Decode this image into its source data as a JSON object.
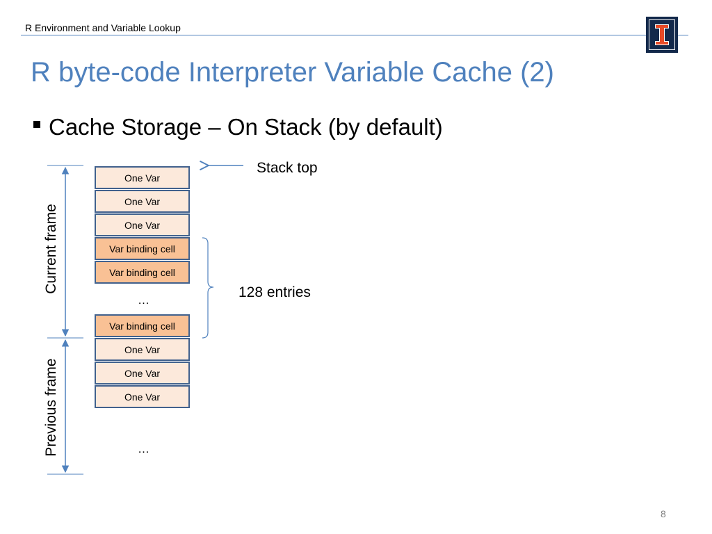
{
  "header": {
    "title": "R Environment and Variable Lookup"
  },
  "slide": {
    "title": "R byte-code Interpreter Variable Cache (2)",
    "bullet": "Cache Storage – On Stack (by default)",
    "number": "8"
  },
  "diagram": {
    "cells": [
      {
        "label": "One Var",
        "kind": "var"
      },
      {
        "label": "One Var",
        "kind": "var"
      },
      {
        "label": "One Var",
        "kind": "var"
      },
      {
        "label": "Var binding cell",
        "kind": "binding"
      },
      {
        "label": "Var binding cell",
        "kind": "binding"
      },
      {
        "label": "Var binding cell",
        "kind": "binding"
      },
      {
        "label": "One Var",
        "kind": "var"
      },
      {
        "label": "One Var",
        "kind": "var"
      },
      {
        "label": "One Var",
        "kind": "var"
      }
    ],
    "ellipsis_middle": "…",
    "ellipsis_bottom": "…",
    "stack_top_label": "Stack top",
    "entries_label": "128 entries",
    "current_frame_label": "Current frame",
    "previous_frame_label": "Previous frame"
  },
  "colors": {
    "accent": "#4f81bd",
    "cell_border": "#41618d",
    "var_fill": "#fce9db",
    "binding_fill": "#f9c195",
    "logo_navy": "#13294b"
  },
  "icons": {
    "logo": "university-block-i-logo",
    "bullet": "square-bullet"
  }
}
